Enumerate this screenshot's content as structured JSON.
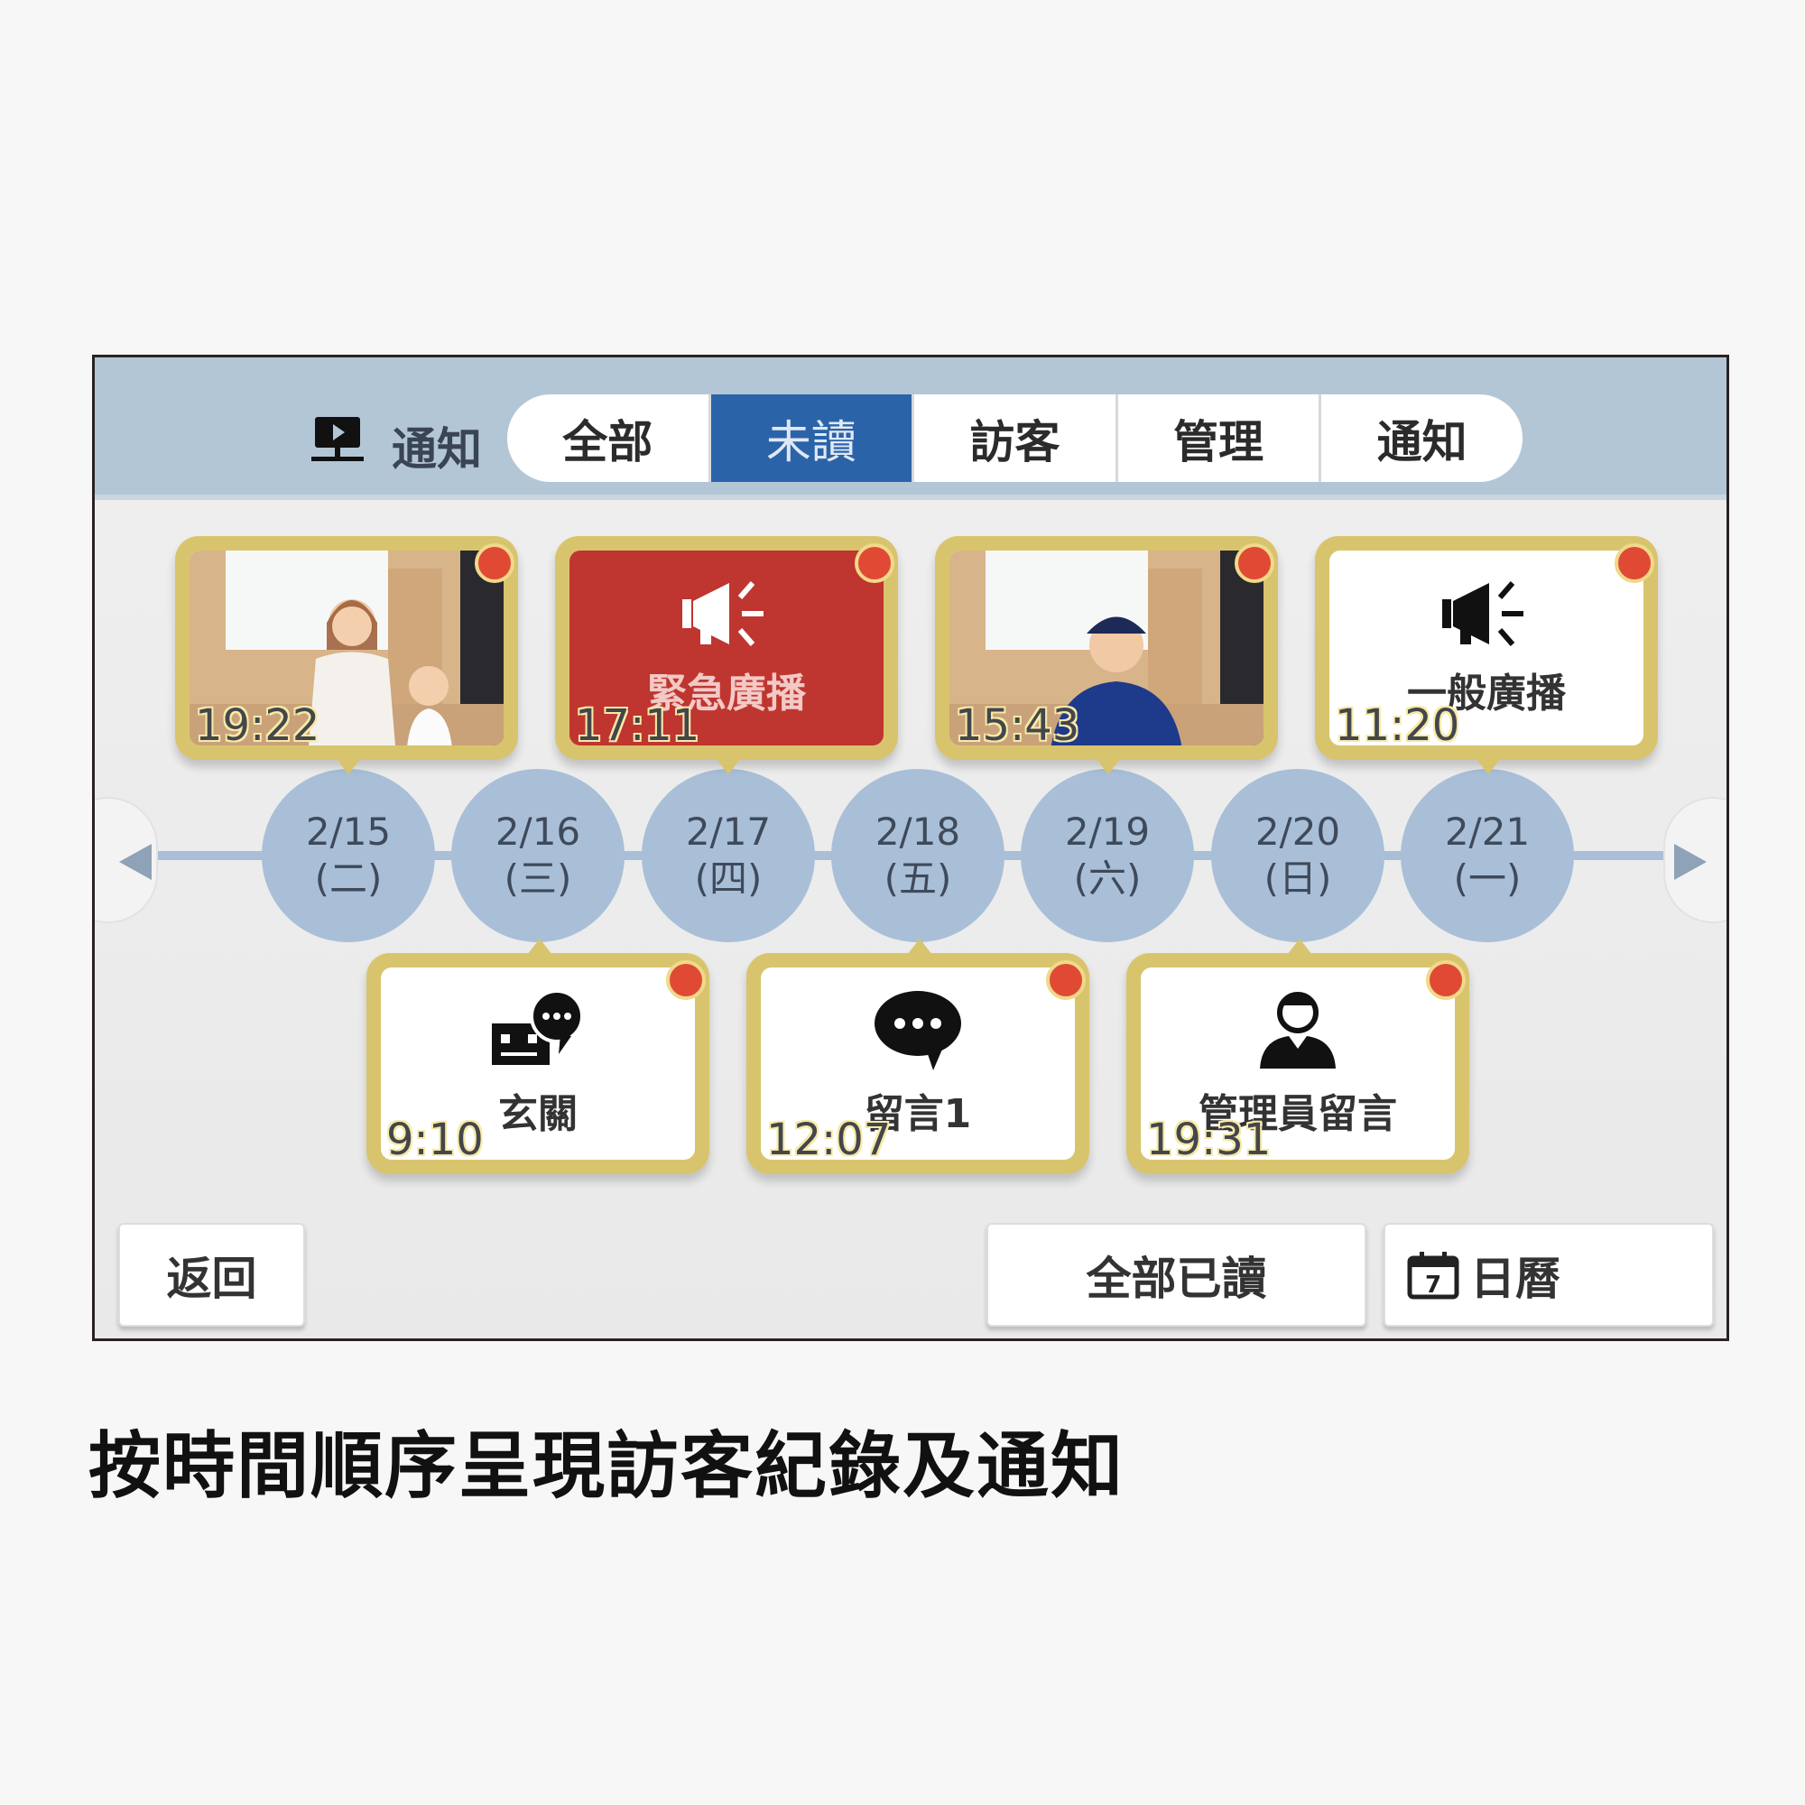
{
  "header": {
    "icon": "monitor-play-icon",
    "label": "通知"
  },
  "tabs": [
    {
      "label": "全部",
      "active": false
    },
    {
      "label": "未讀",
      "active": true
    },
    {
      "label": "訪客",
      "active": false
    },
    {
      "label": "管理",
      "active": false
    },
    {
      "label": "通知",
      "active": false
    }
  ],
  "days": [
    {
      "date": "2/15",
      "weekday": "(二)"
    },
    {
      "date": "2/16",
      "weekday": "(三)"
    },
    {
      "date": "2/17",
      "weekday": "(四)"
    },
    {
      "date": "2/18",
      "weekday": "(五)"
    },
    {
      "date": "2/19",
      "weekday": "(六)"
    },
    {
      "date": "2/20",
      "weekday": "(日)"
    },
    {
      "date": "2/21",
      "weekday": "(一)"
    }
  ],
  "top_cards": [
    {
      "type": "visitor-photo",
      "photo": "woman-and-girl",
      "time": "19:22",
      "unread": true
    },
    {
      "type": "broadcast",
      "icon": "megaphone-icon",
      "label": "緊急廣播",
      "time": "17:11",
      "unread": true,
      "color": "#bf3530"
    },
    {
      "type": "visitor-photo",
      "photo": "delivery-man",
      "time": "15:43",
      "unread": true
    },
    {
      "type": "broadcast",
      "icon": "megaphone-icon",
      "label": "一般廣播",
      "time": "11:20",
      "unread": true
    }
  ],
  "bottom_cards": [
    {
      "icon": "intercom-message-icon",
      "label": "玄關",
      "time": "9:10",
      "unread": true
    },
    {
      "icon": "speech-bubble-icon",
      "label": "留言1",
      "time": "12:07",
      "unread": true
    },
    {
      "icon": "manager-icon",
      "label": "管理員留言",
      "time": "19:31",
      "unread": true
    }
  ],
  "buttons": {
    "back": "返回",
    "mark_all_read": "全部已讀",
    "calendar": "日曆",
    "calendar_icon": "calendar-icon"
  },
  "caption": "按時間順序呈現訪客紀錄及通知",
  "colors": {
    "header": "#b3c6d6",
    "active_tab": "#2b63a8",
    "card_border": "#d9c46e",
    "unread_dot": "#e04a35",
    "day_circle": "#a9bfd8"
  }
}
